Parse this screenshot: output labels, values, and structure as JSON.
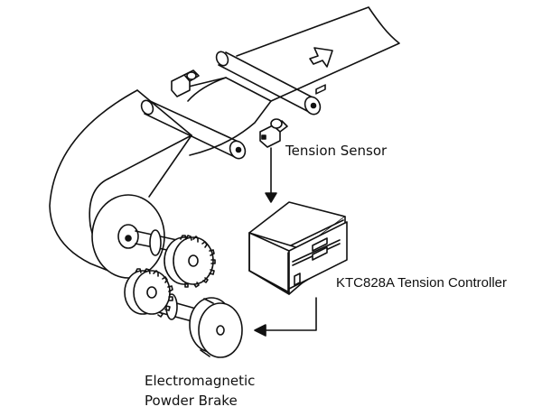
{
  "labels": {
    "sensor": "Tension Sensor",
    "controller": "KTC828A  Tension Controller",
    "brake_line1": "Electromagnetic",
    "brake_line2": "Powder Brake"
  },
  "colors": {
    "stroke": "#111111",
    "fill": "#ffffff",
    "dark": "#222222"
  }
}
